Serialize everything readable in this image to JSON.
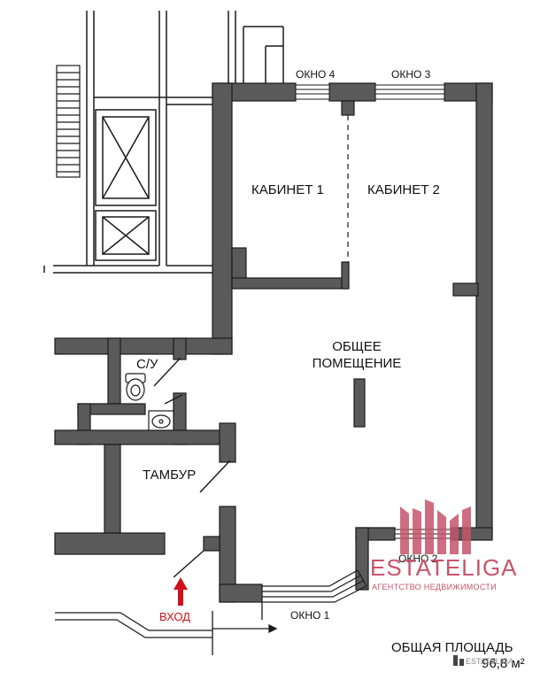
{
  "rooms": {
    "office1": "КАБИНЕТ 1",
    "office2": "КАБИНЕТ 2",
    "common_line1": "ОБЩЕЕ",
    "common_line2": "ПОМЕЩЕНИЕ",
    "wc": "С/У",
    "vestibule": "ТАМБУР"
  },
  "windows": {
    "w1": "ОКНО 1",
    "w2": "ОКНО 2",
    "w3": "ОКНО 3",
    "w4": "ОКНО 4"
  },
  "entrance": "ВХОД",
  "total": {
    "label": "ОБЩАЯ ПЛОЩАДЬ",
    "value": "96,8 м²"
  },
  "watermark": {
    "brand": "ESTATELIGA",
    "tagline": "АГЕНТСТВО НЕДВИЖИМОСТИ",
    "small": "ESTATELIGA"
  },
  "colors": {
    "wall": "#5a5a5a",
    "outline": "#1a1a1a",
    "entry_arrow": "#d0101a",
    "brand": "#c7546b"
  },
  "icons": [
    "toilet-icon",
    "sink-icon",
    "entry-arrow-icon",
    "elevator-shaft-icon",
    "staircase-icon"
  ]
}
